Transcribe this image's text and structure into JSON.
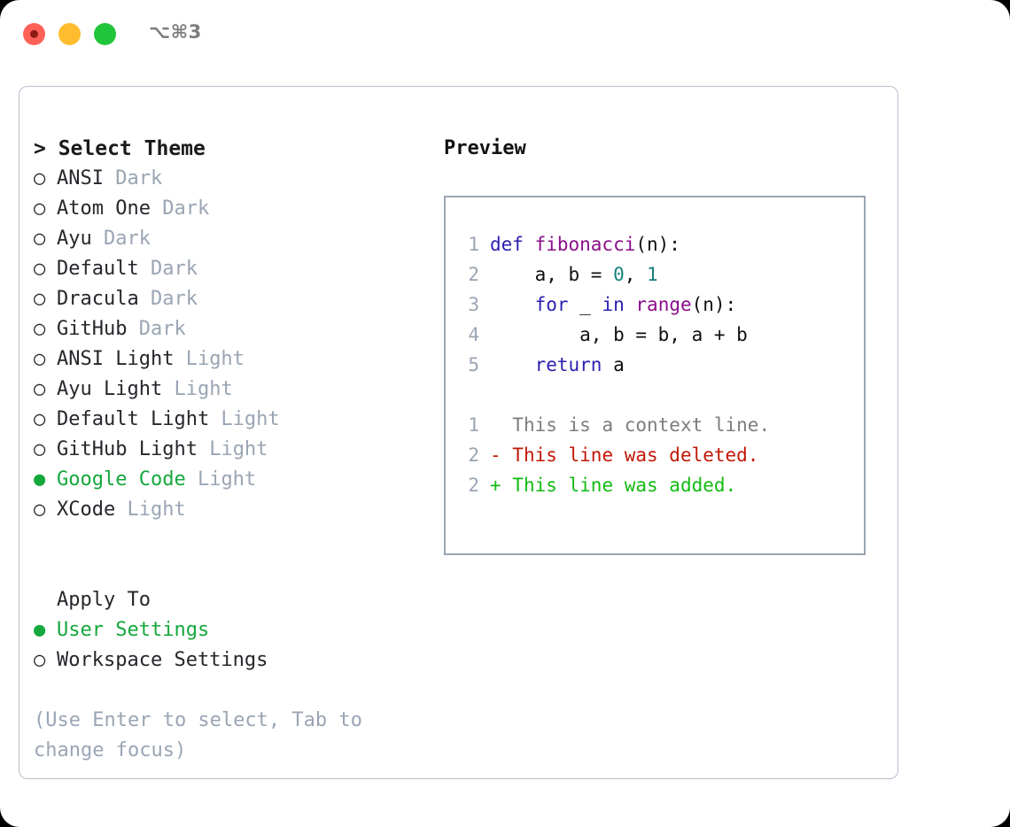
{
  "titlebar": {
    "shortcut": "⌥⌘3",
    "lights": [
      {
        "name": "close",
        "color": "#ff6159"
      },
      {
        "name": "minimize",
        "color": "#ffbd2e"
      },
      {
        "name": "maximize",
        "color": "#21c53b"
      }
    ]
  },
  "colors": {
    "accent_green": "#15a83c",
    "muted_gray": "#9aa5b4",
    "panel_border": "#b6bfcb",
    "preview_border": "#9aa5b4",
    "keyword": "#2b1fb0",
    "function": "#8a0e8a",
    "number": "#17807a",
    "text": "#101010",
    "diff_context": "#7d7d7d",
    "diff_deleted": "#c21807",
    "diff_added": "#12bb12"
  },
  "theme_picker": {
    "title": "> Select Theme",
    "marker_unselected": "○",
    "marker_selected": "●",
    "items": [
      {
        "name": "ANSI",
        "tag": "Dark",
        "selected": false
      },
      {
        "name": "Atom One",
        "tag": "Dark",
        "selected": false
      },
      {
        "name": "Ayu",
        "tag": "Dark",
        "selected": false
      },
      {
        "name": "Default",
        "tag": "Dark",
        "selected": false
      },
      {
        "name": "Dracula",
        "tag": "Dark",
        "selected": false
      },
      {
        "name": "GitHub",
        "tag": "Dark",
        "selected": false
      },
      {
        "name": "ANSI Light",
        "tag": "Light",
        "selected": false
      },
      {
        "name": "Ayu Light",
        "tag": "Light",
        "selected": false
      },
      {
        "name": "Default Light",
        "tag": "Light",
        "selected": false
      },
      {
        "name": "GitHub Light",
        "tag": "Light",
        "selected": false
      },
      {
        "name": "Google Code",
        "tag": "Light",
        "selected": true
      },
      {
        "name": "XCode",
        "tag": "Light",
        "selected": false
      }
    ]
  },
  "apply_to": {
    "title": "Apply To",
    "items": [
      {
        "name": "User Settings",
        "selected": true
      },
      {
        "name": "Workspace Settings",
        "selected": false
      }
    ]
  },
  "hint": "(Use Enter to select, Tab to change focus)",
  "preview": {
    "label": "Preview",
    "code_lines": [
      {
        "ln": "1",
        "tokens": [
          {
            "t": "def ",
            "c": "kw"
          },
          {
            "t": "fibonacci",
            "c": "fn"
          },
          {
            "t": "(n):",
            "c": "plain"
          }
        ]
      },
      {
        "ln": "2",
        "tokens": [
          {
            "t": "    a, b = ",
            "c": "plain"
          },
          {
            "t": "0",
            "c": "num"
          },
          {
            "t": ", ",
            "c": "plain"
          },
          {
            "t": "1",
            "c": "num"
          }
        ]
      },
      {
        "ln": "3",
        "tokens": [
          {
            "t": "    ",
            "c": "plain"
          },
          {
            "t": "for",
            "c": "kw"
          },
          {
            "t": " _ ",
            "c": "plain"
          },
          {
            "t": "in",
            "c": "kw"
          },
          {
            "t": " ",
            "c": "plain"
          },
          {
            "t": "range",
            "c": "fn"
          },
          {
            "t": "(n):",
            "c": "plain"
          }
        ]
      },
      {
        "ln": "4",
        "tokens": [
          {
            "t": "        a, b = b, a + b",
            "c": "plain"
          }
        ]
      },
      {
        "ln": "5",
        "tokens": [
          {
            "t": "    ",
            "c": "plain"
          },
          {
            "t": "return",
            "c": "kw"
          },
          {
            "t": " a",
            "c": "plain"
          }
        ]
      }
    ],
    "diff_lines": [
      {
        "ln": "1",
        "sign": "  ",
        "text": "This is a context line.",
        "kind": "diff-ctx"
      },
      {
        "ln": "2",
        "sign": "- ",
        "text": "This line was deleted.",
        "kind": "diff-del"
      },
      {
        "ln": "2",
        "sign": "+ ",
        "text": "This line was added.",
        "kind": "diff-add"
      }
    ]
  }
}
